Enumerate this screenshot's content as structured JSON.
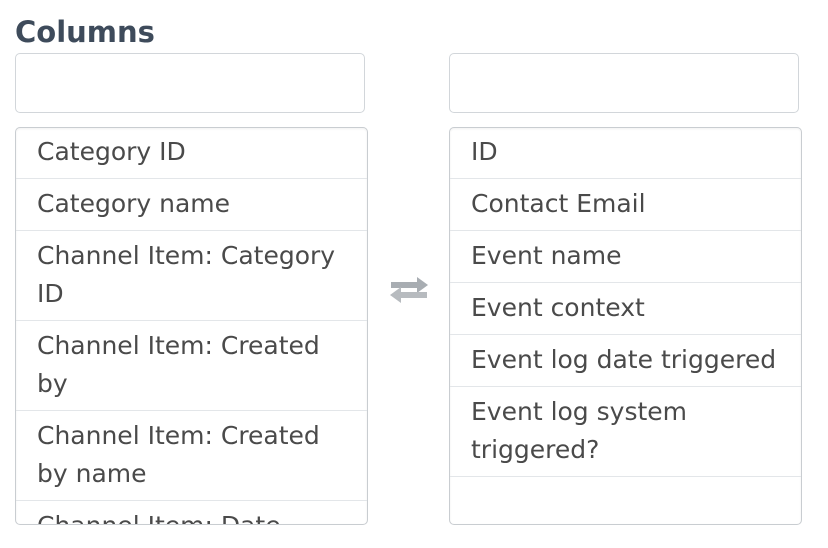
{
  "section": {
    "title": "Columns"
  },
  "available": {
    "search_value": "",
    "items": [
      "Category ID",
      "Category name",
      "Channel Item: Category ID",
      "Channel Item: Created by",
      "Channel Item: Created by name",
      "Channel Item: Date"
    ]
  },
  "selected": {
    "search_value": "",
    "items": [
      "ID",
      "Contact Email",
      "Event name",
      "Event context",
      "Event log date triggered",
      "Event log system triggered?"
    ]
  },
  "icons": {
    "swap": "swap-arrows-icon"
  },
  "colors": {
    "title": "#3e4b5b",
    "border": "#c9cdd1",
    "icon": "#a8adb2"
  }
}
